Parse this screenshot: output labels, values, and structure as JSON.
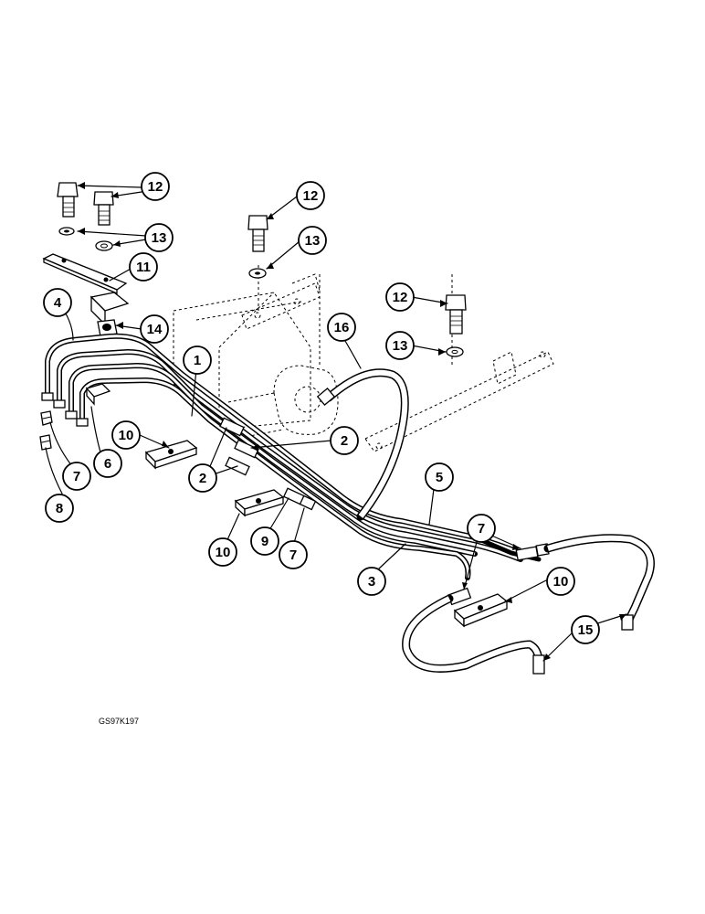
{
  "figure_code": "GS97K197",
  "callouts": {
    "c12a": "12",
    "c13a": "13",
    "c11": "11",
    "c4": "4",
    "c14": "14",
    "c12b": "12",
    "c13b": "13",
    "c12c": "12",
    "c13c": "13",
    "c16": "16",
    "c1": "1",
    "c2a": "2",
    "c2b": "2",
    "c10a": "10",
    "c6": "6",
    "c7a": "7",
    "c8": "8",
    "c10b": "10",
    "c9": "9",
    "c7b": "7",
    "c5": "5",
    "c3": "3",
    "c7c": "7",
    "c10c": "10",
    "c15": "15"
  }
}
